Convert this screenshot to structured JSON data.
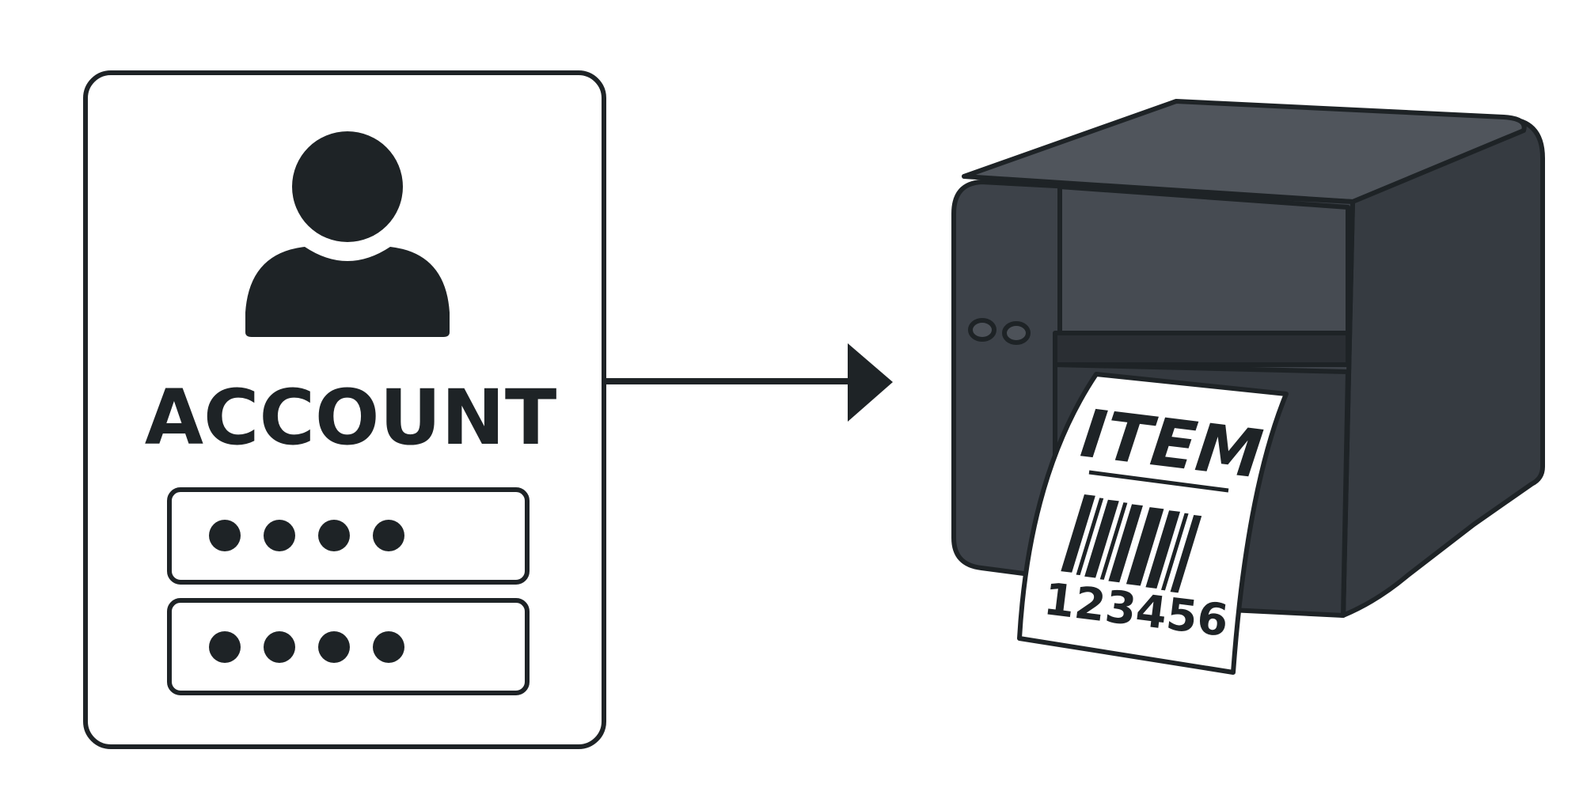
{
  "account_card": {
    "title": "ACCOUNT",
    "fields": [
      {
        "masked_value": "••••"
      },
      {
        "masked_value": "••••"
      }
    ]
  },
  "label": {
    "title": "ITEM",
    "number": "123456"
  },
  "colors": {
    "ink": "#1e2326",
    "printer_body": "#3d4249",
    "printer_top": "#50555c",
    "background": "#ffffff"
  }
}
